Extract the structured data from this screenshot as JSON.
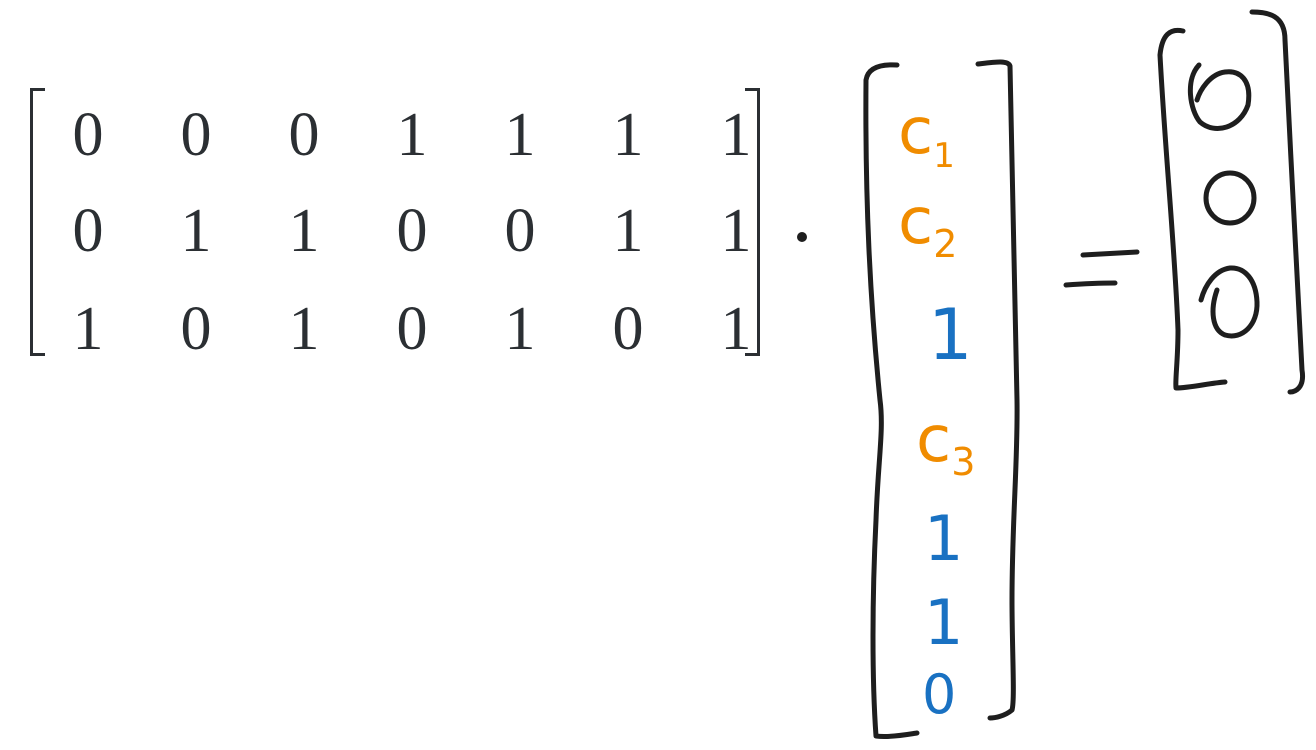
{
  "equation": {
    "matrix": {
      "rows": [
        [
          "0",
          "0",
          "0",
          "1",
          "1",
          "1",
          "1"
        ],
        [
          "0",
          "1",
          "1",
          "0",
          "0",
          "1",
          "1"
        ],
        [
          "1",
          "0",
          "1",
          "0",
          "1",
          "0",
          "1"
        ]
      ]
    },
    "operator": "·",
    "vector": [
      {
        "text": "c1",
        "base": "c",
        "sub": "1",
        "color": "#f08c00"
      },
      {
        "text": "c2",
        "base": "c",
        "sub": "2",
        "color": "#f08c00"
      },
      {
        "text": "1",
        "base": "1",
        "sub": "",
        "color": "#1971c2"
      },
      {
        "text": "c3",
        "base": "c",
        "sub": "3",
        "color": "#f08c00"
      },
      {
        "text": "1",
        "base": "1",
        "sub": "",
        "color": "#1971c2"
      },
      {
        "text": "1",
        "base": "1",
        "sub": "",
        "color": "#1971c2"
      },
      {
        "text": "0",
        "base": "0",
        "sub": "",
        "color": "#1971c2"
      }
    ],
    "equals": "=",
    "result": [
      "0",
      "0",
      "0"
    ]
  },
  "colors": {
    "typeset": "#2b2f33",
    "ink": "#1e1e1e",
    "unknown": "#f08c00",
    "known": "#1971c2"
  }
}
